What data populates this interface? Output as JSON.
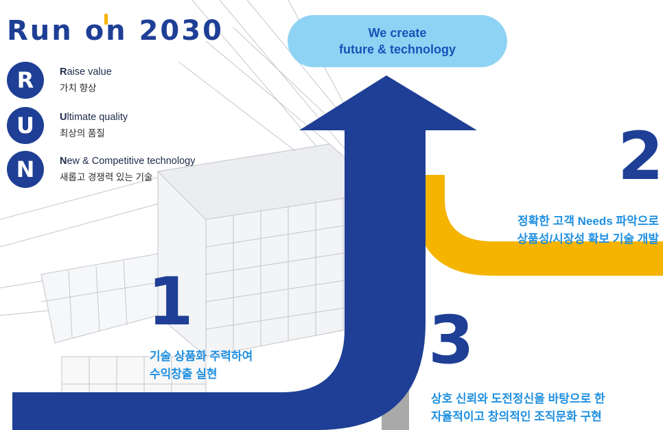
{
  "brand": {
    "logo_prefix": "Run ",
    "logo_on": "on",
    "logo_year": " 2030"
  },
  "run_items": [
    {
      "letter": "R",
      "title_initial": "R",
      "title_rest": "aise value",
      "subtitle": "가치 향상"
    },
    {
      "letter": "U",
      "title_initial": "U",
      "title_rest": "ltimate quality",
      "subtitle": "최상의 품질"
    },
    {
      "letter": "N",
      "title_initial": "N",
      "title_rest": "ew & Competitive technology",
      "subtitle": "새롭고 경쟁력 있는 기술"
    }
  ],
  "slogan": {
    "line1": "We create",
    "line2": "future & technology"
  },
  "steps": [
    {
      "number": "1",
      "line1": "기술 상품화 주력하여",
      "line2": "수익창출 실현"
    },
    {
      "number": "2",
      "line1": "정확한 고객 Needs 파악으로",
      "line2": "상품성/시장성 확보 기술 개발"
    },
    {
      "number": "3",
      "line1": "상호 신뢰와 도전정신을 바탕으로 한",
      "line2": "자율적이고 창의적인 조직문화 구현"
    }
  ],
  "colors": {
    "navy": "#1e3f95",
    "yellow": "#f5b400",
    "sky": "#8fd3f4",
    "text_blue": "#1f8fe0",
    "gray": "#a9a9a9"
  }
}
